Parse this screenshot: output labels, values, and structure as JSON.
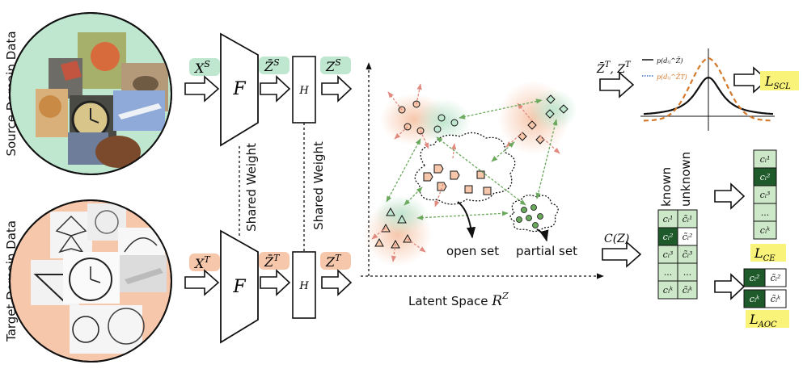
{
  "domain_labels": {
    "source": "Source Domain Data",
    "target": "Target Domain Data"
  },
  "shared_weight": [
    "Shared Weight",
    "Shared Weight"
  ],
  "modules": {
    "feature_extractor": "F",
    "projection_head": "H"
  },
  "variables": {
    "source_input": {
      "base": "X",
      "sup": "S"
    },
    "source_feature": {
      "base": "Z̄",
      "sup": "S"
    },
    "source_projection": {
      "base": "Z",
      "sup": "S"
    },
    "target_input": {
      "base": "X",
      "sup": "T"
    },
    "target_feature": {
      "base": "Z̄",
      "sup": "T"
    },
    "target_projection": {
      "base": "Z",
      "sup": "T"
    }
  },
  "latent_space": {
    "label": "Latent Space ",
    "base": "R",
    "sup": "Z"
  },
  "latent_annotations": {
    "open_set": "open set",
    "partial_set": "partial set"
  },
  "scl": {
    "inputs": {
      "a": "Z̄",
      "a_sup": "T",
      "b": "Z",
      "b_sup": "T",
      "sep": ", "
    },
    "legend": [
      {
        "text": "p(dᵢⱼ^Z̄)",
        "color": "#111111",
        "style": "solid"
      },
      {
        "text": "p(dᵢⱼ^Z̄T)",
        "color": "#d4792a",
        "style": "dotted"
      }
    ],
    "loss": {
      "base": "L",
      "sub": "SCL"
    }
  },
  "classifier": {
    "label": "C(Z)",
    "column_headers": [
      "known",
      "unknown"
    ],
    "known_cells": [
      "cᵢ¹",
      "cᵢ²",
      "cᵢ³",
      "...",
      "cᵢᵏ"
    ],
    "unknown_cells": [
      "c̃ᵢ¹",
      "c̃ᵢ²",
      "c̃ᵢ³",
      "...",
      "c̃ᵢᵏ"
    ],
    "highlighted_row": 1
  },
  "ce_loss": {
    "cells": [
      "cᵢ¹",
      "cᵢ²",
      "cᵢ³",
      "...",
      "cᵢᵏ"
    ],
    "highlighted": 1,
    "loss": {
      "base": "L",
      "sub": "CE"
    }
  },
  "aoc_loss": {
    "pairs": [
      [
        "cᵢ²",
        "c̃ᵢ²"
      ],
      [
        "cᵢᵏ",
        "c̃ᵢᵏ"
      ]
    ],
    "loss": {
      "base": "L",
      "sub": "AOC"
    }
  },
  "colors": {
    "source_bg": "#bfe6cf",
    "target_bg": "#f7c7ac",
    "highlight": "#f9f37a",
    "dark_green": "#1e5a2a",
    "light_green": "#cde8c8",
    "orange": "#d4792a",
    "arrow_red": "#e08a80",
    "arrow_green": "#6aa85c"
  },
  "icons": {
    "source_images": "photo-collage",
    "target_images": "sketch-collage"
  }
}
